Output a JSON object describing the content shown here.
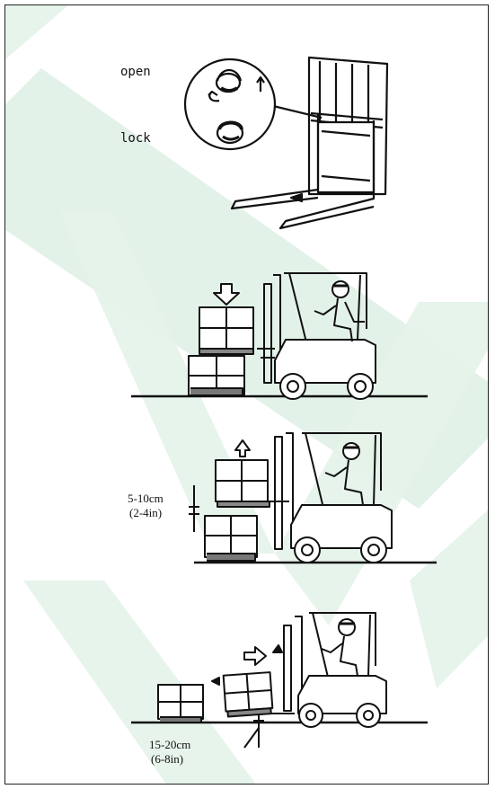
{
  "lock_labels": {
    "open": "open",
    "lock": "lock"
  },
  "step2": {
    "gap_cm": "5-10cm",
    "gap_in": "(2-4in)"
  },
  "step3": {
    "gap_cm": "15-20cm",
    "gap_in": "(6-8in)"
  },
  "colors": {
    "watermark": "#cfe8d8",
    "ink": "#111111"
  }
}
